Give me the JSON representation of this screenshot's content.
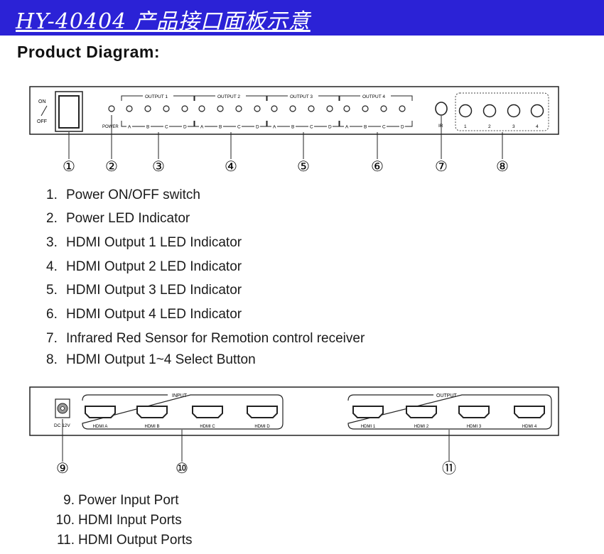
{
  "banner": {
    "title": "HY-40404 产品接口面板示意"
  },
  "heading": "Product Diagram:",
  "front_panel": {
    "switch_on": "ON",
    "switch_off": "OFF",
    "power_label": "POWER",
    "groups": [
      {
        "title": "OUTPUT 1",
        "letters": [
          "A",
          "B",
          "C",
          "D"
        ]
      },
      {
        "title": "OUTPUT 2",
        "letters": [
          "A",
          "B",
          "C",
          "D"
        ]
      },
      {
        "title": "OUTPUT 3",
        "letters": [
          "A",
          "B",
          "C",
          "D"
        ]
      },
      {
        "title": "OUTPUT 4",
        "letters": [
          "A",
          "B",
          "C",
          "D"
        ]
      }
    ],
    "ir_label": "IR",
    "select_buttons": [
      "1",
      "2",
      "3",
      "4"
    ],
    "callouts": [
      "①",
      "②",
      "③",
      "④",
      "⑤",
      "⑥",
      "⑦",
      "⑧"
    ]
  },
  "front_list": [
    {
      "num": "1.",
      "text": "Power ON/OFF switch"
    },
    {
      "num": "2.",
      "text": "Power LED Indicator"
    },
    {
      "num": "3.",
      "text": "HDMI Output 1 LED Indicator"
    },
    {
      "num": "4.",
      "text": "HDMI Output 2 LED Indicator"
    },
    {
      "num": "5.",
      "text": "HDMI Output 3 LED Indicator"
    },
    {
      "num": "6.",
      "text": "HDMI Output 4 LED Indicator"
    },
    {
      "num": "7.",
      "text": "Infrared Red Sensor for Remotion control receiver"
    },
    {
      "num": "8.",
      "text": "HDMI Output 1~4 Select Button"
    }
  ],
  "rear_panel": {
    "dc_label": "DC 12V",
    "input_title": "INPUT",
    "inputs": [
      "HDMI A",
      "HDMI B",
      "HDMI C",
      "HDMI D"
    ],
    "output_title": "OUTPUT",
    "outputs": [
      "HDMI 1",
      "HDMI 2",
      "HDMI 3",
      "HDMI 4"
    ],
    "callouts": [
      "⑨",
      "⑩",
      "⑪"
    ]
  },
  "rear_list": [
    {
      "num": "9.",
      "text": "Power Input Port"
    },
    {
      "num": "10.",
      "text": "HDMI Input Ports"
    },
    {
      "num": "11.",
      "text": "HDMI Output Ports"
    }
  ]
}
